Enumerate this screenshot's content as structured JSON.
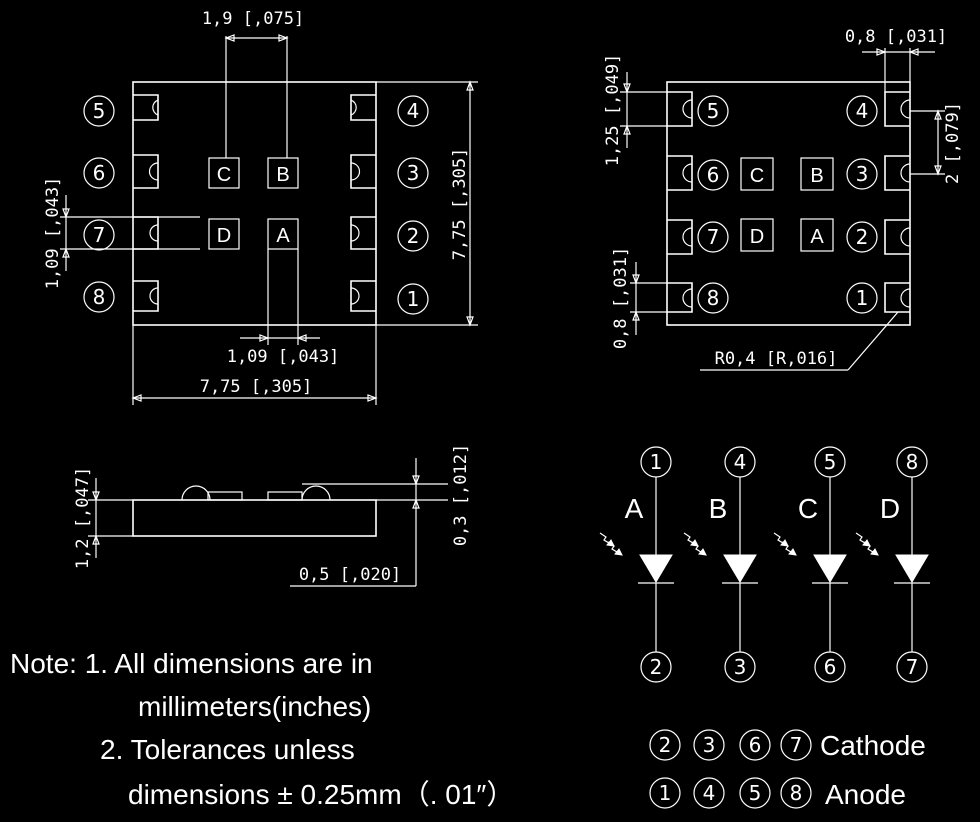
{
  "dimensions": {
    "pad_width": "1,9 [,075]",
    "body_height": "7,75 [,305]",
    "pad_pitch_left": "1,09 [,043]",
    "pad_gap": "1,09 [,043]",
    "body_width": "7,75 [,305]",
    "castellation_width": "0,8 [,031]",
    "castellation_height_top": "1,25 [,049]",
    "pin_pitch": "2 [,079]",
    "castellation_height_bottom": "0,8 [,031]",
    "corner_radius": "R0,4 [R,016]",
    "height_total": "1,2 [,047]",
    "lens_height": "0,3 [,012]",
    "lens_offset": "0,5 [,020]"
  },
  "top_view_left": {
    "pins_left": [
      "5",
      "6",
      "7",
      "8"
    ],
    "pins_right": [
      "4",
      "3",
      "2",
      "1"
    ],
    "pads": [
      "C",
      "B",
      "D",
      "A"
    ]
  },
  "top_view_right": {
    "pins_left": [
      "5",
      "6",
      "7",
      "8"
    ],
    "pins_right": [
      "4",
      "3",
      "2",
      "1"
    ],
    "pads": [
      "C",
      "B",
      "D",
      "A"
    ]
  },
  "schematic": {
    "channels": [
      {
        "label": "A",
        "anode": "1",
        "cathode": "2"
      },
      {
        "label": "B",
        "anode": "4",
        "cathode": "3"
      },
      {
        "label": "C",
        "anode": "5",
        "cathode": "6"
      },
      {
        "label": "D",
        "anode": "8",
        "cathode": "7"
      }
    ]
  },
  "legend": {
    "cathode_pins": [
      "2",
      "3",
      "6",
      "7"
    ],
    "cathode_label": "Cathode",
    "anode_pins": [
      "1",
      "4",
      "5",
      "8"
    ],
    "anode_label": "Anode"
  },
  "notes": {
    "line1": "Note: 1. All dimensions are in",
    "line2": "millimeters(inches)",
    "line3": "2. Tolerances unless",
    "line4": "dimensions ± 0.25mm（. 01″）"
  }
}
